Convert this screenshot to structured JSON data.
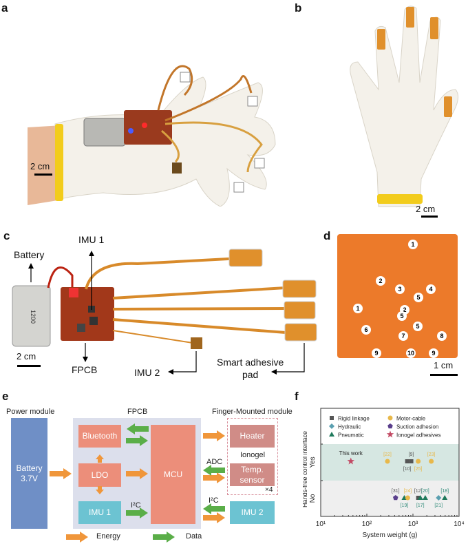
{
  "panels": {
    "a": {
      "label": "a",
      "scale": "2 cm"
    },
    "b": {
      "label": "b",
      "scale": "2 cm"
    },
    "c": {
      "label": "c",
      "scale": "2 cm",
      "callouts": {
        "battery": "Battery",
        "imu1": "IMU 1",
        "fpcb": "FPCB",
        "imu2": "IMU 2",
        "pad": "Smart adhesive\npad"
      },
      "battery_print": "1200"
    },
    "d": {
      "label": "d",
      "scale": "1 cm",
      "markers": [
        "1",
        "1",
        "2",
        "2",
        "3",
        "4",
        "5",
        "5",
        "5",
        "6",
        "7",
        "8",
        "9",
        "9",
        "10"
      ]
    },
    "e": {
      "label": "e",
      "sections": {
        "power": "Power module",
        "fpcb": "FPCB",
        "finger": "Finger-Mounted module"
      },
      "blocks": {
        "battery": "Battery\n3.7V",
        "bluetooth": "Bluetooth",
        "ldo": "LDO",
        "imu1": "IMU 1",
        "mcu": "MCU",
        "heater": "Heater",
        "ionogel": "Ionogel",
        "temp": "Temp.\nsensor",
        "multiplier": "×4",
        "imu2": "IMU 2"
      },
      "arrow_labels": {
        "i2c_left": "I²C",
        "adc": "ADC",
        "i2c_right": "I²C"
      },
      "legend": {
        "energy": "Energy",
        "data": "Data"
      },
      "colors": {
        "battery": "#6f8fc6",
        "fpcb_bg": "#dcdfec",
        "block": "#ec8e7a",
        "imu": "#6cc3d2",
        "finger_block": "#d08c87",
        "energy": "#f0963a",
        "data": "#5aae48",
        "dash": "#d9909c"
      }
    },
    "f": {
      "label": "f"
    }
  },
  "chart_data": {
    "type": "scatter",
    "xlabel": "System weight (g)",
    "ylabel": "Hands-free control interface",
    "xscale": "log",
    "xlim": [
      10,
      10000
    ],
    "xticks": [
      "10¹",
      "10²",
      "10³",
      "10⁴"
    ],
    "yticks": [
      "Yes",
      "No"
    ],
    "legend_placement": "top",
    "legend": [
      {
        "name": "Rigid linkage",
        "marker": "square",
        "color": "#555555"
      },
      {
        "name": "Motor-cable",
        "marker": "circle",
        "color": "#e8b84a"
      },
      {
        "name": "Hydraulic",
        "marker": "diamond",
        "color": "#5a9fb0"
      },
      {
        "name": "Suction adhesion",
        "marker": "pentagon",
        "color": "#5a3f8c"
      },
      {
        "name": "Pneumatic",
        "marker": "triangle",
        "color": "#1f7a5c"
      },
      {
        "name": "Ionogel adhesives",
        "marker": "star",
        "color": "#c24a64"
      }
    ],
    "bands": {
      "yes_color": "#d6e7e2",
      "no_color": "#efefef"
    },
    "points": [
      {
        "label": "This work",
        "x": 45,
        "category": "Yes",
        "series": "Ionogel adhesives"
      },
      {
        "label": "[22]",
        "x": 280,
        "category": "Yes",
        "series": "Motor-cable"
      },
      {
        "label": "[10]",
        "x": 750,
        "category": "Yes",
        "series": "Rigid linkage"
      },
      {
        "label": "[9]",
        "x": 920,
        "category": "Yes",
        "series": "Rigid linkage"
      },
      {
        "label": "[25]",
        "x": 1300,
        "category": "Yes",
        "series": "Motor-cable"
      },
      {
        "label": "[23]",
        "x": 2500,
        "category": "Yes",
        "series": "Motor-cable"
      },
      {
        "label": "[31]",
        "x": 420,
        "category": "No",
        "series": "Suction adhesion"
      },
      {
        "label": "[19]",
        "x": 650,
        "category": "No",
        "series": "Pneumatic"
      },
      {
        "label": "[24]",
        "x": 770,
        "category": "No",
        "series": "Motor-cable"
      },
      {
        "label": "[12]",
        "x": 1300,
        "category": "No",
        "series": "Rigid linkage"
      },
      {
        "label": "[17]",
        "x": 1450,
        "category": "No",
        "series": "Pneumatic"
      },
      {
        "label": "[20]",
        "x": 1850,
        "category": "No",
        "series": "Pneumatic"
      },
      {
        "label": "[21]",
        "x": 3600,
        "category": "No",
        "series": "Hydraulic"
      },
      {
        "label": "[18]",
        "x": 4900,
        "category": "No",
        "series": "Pneumatic"
      }
    ]
  }
}
